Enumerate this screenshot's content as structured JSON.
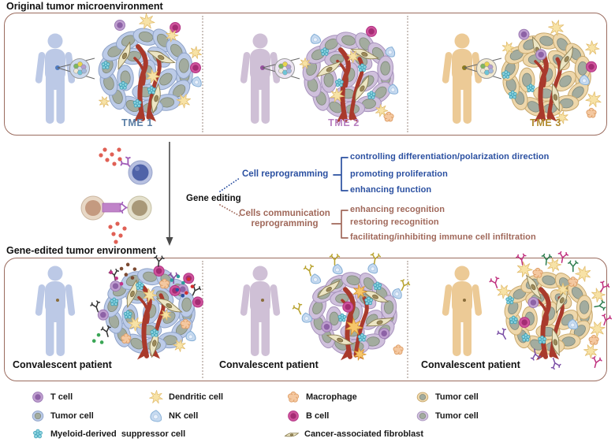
{
  "titles": {
    "top_panel": "Original tumor microenvironment",
    "bottom_panel": "Gene-edited tumor environment"
  },
  "tme_panels": [
    {
      "label": "TME 1",
      "label_color": "#5b7fa6"
    },
    {
      "label": "TME 2",
      "label_color": "#b77fc0"
    },
    {
      "label": "TME 3",
      "label_color": "#b08a2e"
    }
  ],
  "gene_editing": {
    "label": "Gene editing",
    "branches": [
      {
        "label": "Cell reprogramming",
        "color": "#2b50a1",
        "items": [
          "controlling differentiation/polarization direction",
          "promoting proliferation",
          "enhancing function"
        ]
      },
      {
        "label_line1": "Cells communication",
        "label_line2": "reprogramming",
        "color": "#a0685a",
        "items": [
          "enhancing recognition",
          "restoring recognition",
          "facilitating/inhibiting immune cell infiltration"
        ]
      }
    ]
  },
  "convalescent_panels": [
    {
      "label": "Convalescent patient"
    },
    {
      "label": "Convalescent patient"
    },
    {
      "label": "Convalescent patient"
    }
  ],
  "legend": {
    "rows": [
      [
        {
          "icon": "t-cell-icon",
          "label": "T cell"
        },
        {
          "icon": "dendritic-cell-icon",
          "label": "Dendritic cell"
        },
        {
          "icon": "macrophage-icon",
          "label": "Macrophage"
        },
        {
          "icon": "tumor-cell-tan-icon",
          "label": "Tumor cell"
        }
      ],
      [
        {
          "icon": "tumor-cell-blue-icon",
          "label": "Tumor cell"
        },
        {
          "icon": "nk-cell-icon",
          "label": "NK cell"
        },
        {
          "icon": "b-cell-icon",
          "label": "B cell"
        },
        {
          "icon": "tumor-cell-purple-icon",
          "label": "Tumor cell"
        }
      ],
      [
        {
          "icon": "mdsc-icon",
          "label": "Myeloid-derived  suppressor cell"
        },
        {
          "icon": "caf-icon",
          "label": "Cancer-associated fibroblast"
        }
      ]
    ]
  },
  "colors": {
    "box_border": "#9a6b5e",
    "divider": "#cdc4bf",
    "arrow": "#4a4a4a",
    "vessel": "#a93a2c",
    "humans": [
      "#bcc9e6",
      "#cfc0d6",
      "#ecca96"
    ],
    "human_dots": [
      "#4f7bc0",
      "#96519f",
      "#8a7a20"
    ],
    "tumor_cells": [
      {
        "fill": "#bccbe8",
        "stroke": "#8fa3c8"
      },
      {
        "fill": "#cfc0dc",
        "stroke": "#a893bd"
      },
      {
        "fill": "#eed7ab",
        "stroke": "#c9a96e"
      }
    ],
    "nucleus": {
      "fill": "#a3ac9f",
      "stroke": "#7f897b"
    },
    "t_cell": "#c0a0d0",
    "b_cell": "#cf549c",
    "dendritic": "#f7e2a6",
    "mdsc": "#8fd3e0",
    "nk": "#c6daf0",
    "macrophage": "#f4c8a0",
    "fibroblast": "#ece5c3",
    "inset_bg": [
      "#ccd9ee",
      "#ece4f2",
      "#f2e9cf"
    ]
  }
}
